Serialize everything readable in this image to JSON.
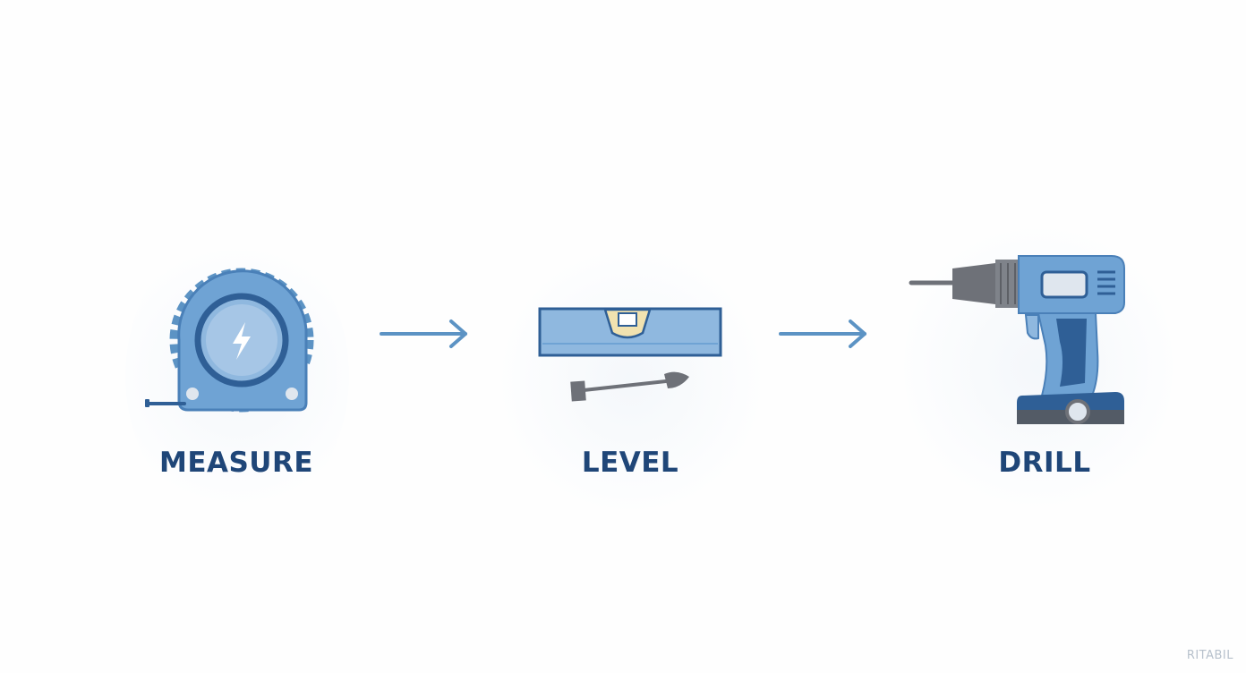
{
  "steps": [
    {
      "label": "MEASURE",
      "icon": "tape-measure-icon"
    },
    {
      "label": "LEVEL",
      "icon": "spirit-level-icon"
    },
    {
      "label": "DRILL",
      "icon": "power-drill-icon"
    }
  ],
  "connectors": [
    "arrow-right-icon",
    "arrow-right-icon"
  ],
  "watermark": "RITABIL",
  "colors": {
    "label": "#1f4678",
    "icon_light_blue": "#6fa3d4",
    "icon_dark_blue": "#2f5f96",
    "icon_gray": "#6e7178",
    "arrow": "#5c93c4"
  }
}
